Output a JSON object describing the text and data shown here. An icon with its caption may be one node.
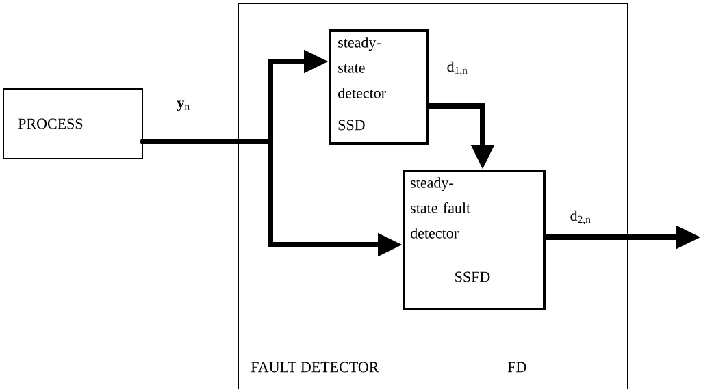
{
  "diagram": {
    "nodes": [
      {
        "text": [
          "PROCESS"
        ]
      },
      {
        "text": [
          "FAULT DETECTOR",
          "FD"
        ]
      },
      {
        "text": [
          "steady-state detector",
          "SSD"
        ],
        "in": 1
      },
      {
        "text": [
          "steady-state fault detector",
          "SSFD"
        ],
        "in": 1
      }
    ],
    "edges": [
      {
        "from": 0,
        "to": 2,
        "arrow": "to",
        "label": "**y**$_{n}$"
      },
      {
        "from": 0,
        "to": 3,
        "arrow": "to"
      },
      {
        "from": 2,
        "to": 3,
        "arrow": "to",
        "label": "d$_{1,n}$"
      },
      {
        "from": 3,
        "to": null,
        "arrow": "to",
        "label": "d$_{2,n}$"
      }
    ]
  }
}
